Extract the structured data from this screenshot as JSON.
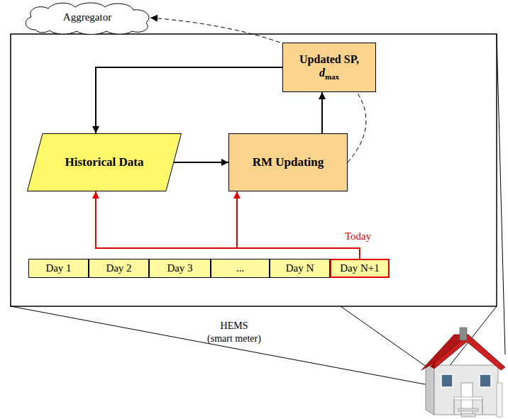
{
  "diagram": {
    "nodes": [
      {
        "text": [
          "Aggregator"
        ]
      },
      {
        "text": [
          "Updated SP,",
          "d",
          "max"
        ]
      },
      {
        "text": [
          "Historical Data"
        ]
      },
      {
        "text": [
          "RM Updating"
        ]
      },
      {
        "text": [
          "Day 1"
        ]
      },
      {
        "text": [
          "Day 2"
        ]
      },
      {
        "text": [
          "Day 3"
        ]
      },
      {
        "text": [
          "..."
        ]
      },
      {
        "text": [
          "Day N"
        ]
      },
      {
        "text": [
          "Day N+1"
        ]
      }
    ],
    "edges": [
      {
        "from": 2,
        "to": 3,
        "arrow": "to"
      },
      {
        "from": 3,
        "to": 1,
        "arrow": "to"
      },
      {
        "from": 1,
        "to": 2,
        "arrow": "to"
      },
      {
        "from": 9,
        "to": 2,
        "arrow": "to"
      },
      {
        "from": 9,
        "to": 3,
        "arrow": "to"
      },
      {
        "from": 3,
        "to": 0,
        "arrow": "to"
      }
    ],
    "labels": [
      "Today",
      "HEMS",
      "(smart meter)"
    ]
  }
}
